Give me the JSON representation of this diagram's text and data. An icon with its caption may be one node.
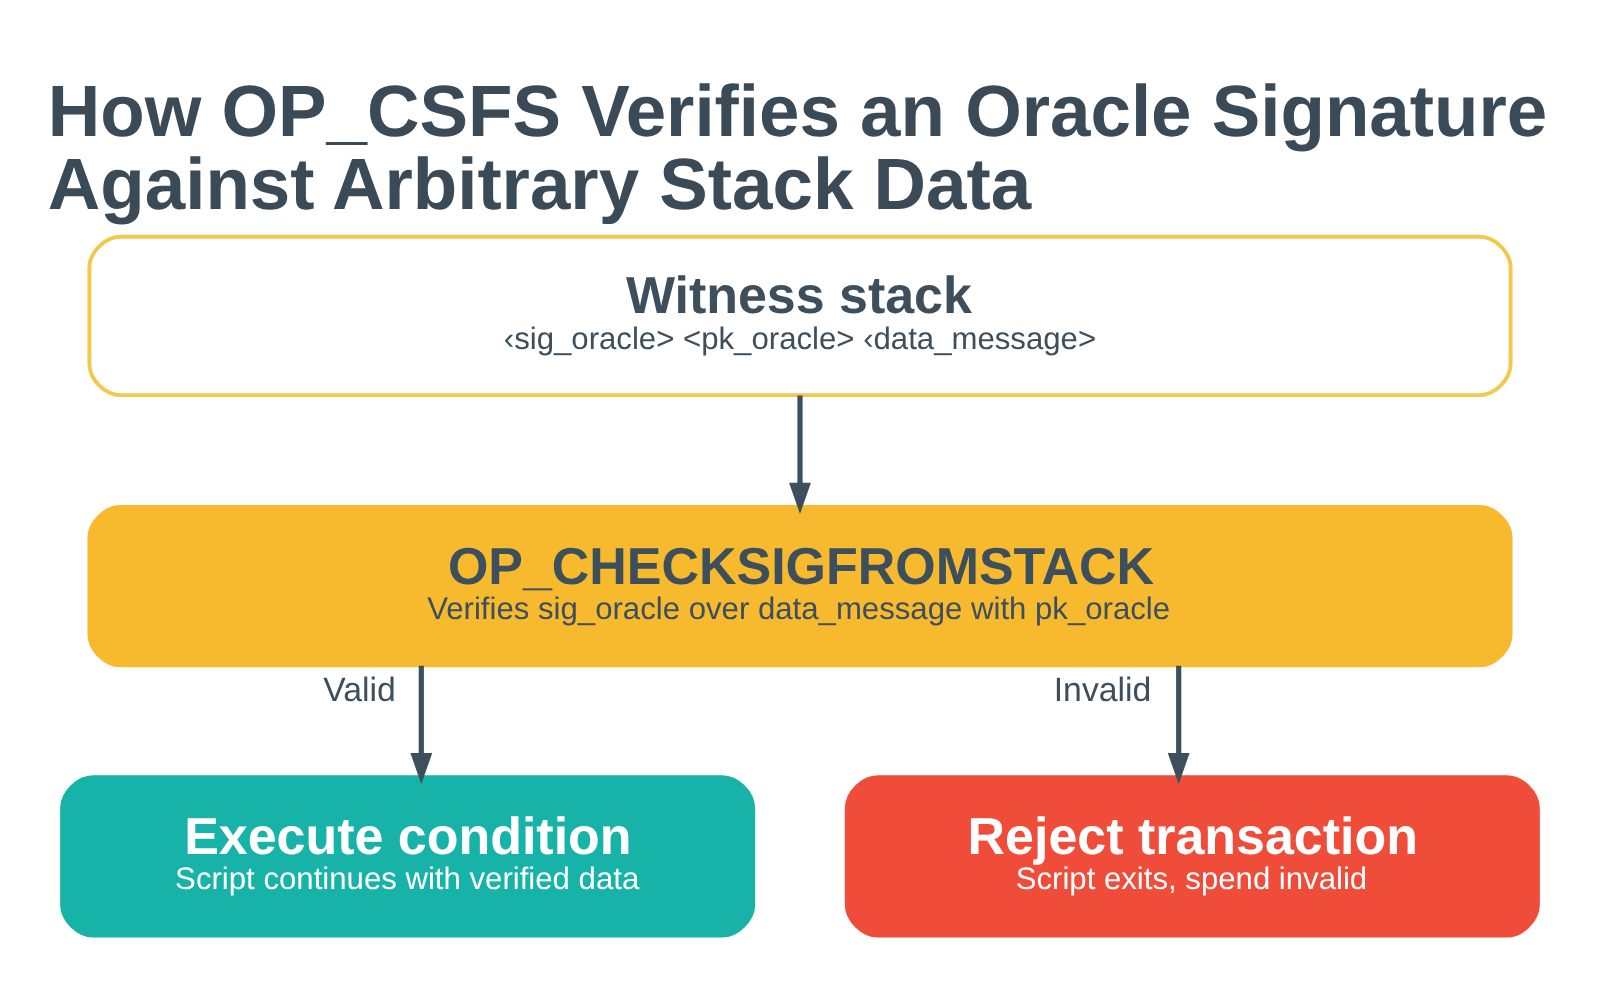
{
  "diagram": {
    "title": "How OP_CSFS Verifies an Oracle Signature Against Arbitrary Stack Data",
    "nodes": [
      {
        "text": [
          "Witness stack",
          "‹sig_oracle> <pk_oracle> ‹data_message>"
        ]
      },
      {
        "text": [
          "OP_CHECKSIGFROMSTACK",
          "Verifies sig_oracle over data_message with pk_oracle"
        ]
      },
      {
        "text": [
          "Execute condition",
          "Script continues with verified data"
        ]
      },
      {
        "text": [
          "Reject transaction",
          "Script exits, spend invalid"
        ]
      }
    ],
    "edges": [
      {
        "from": 0,
        "to": 1,
        "arrow": "to"
      },
      {
        "from": 1,
        "to": 2,
        "arrow": "to",
        "label": "Valid"
      },
      {
        "from": 1,
        "to": 3,
        "arrow": "to",
        "label": "Invalid"
      }
    ]
  }
}
